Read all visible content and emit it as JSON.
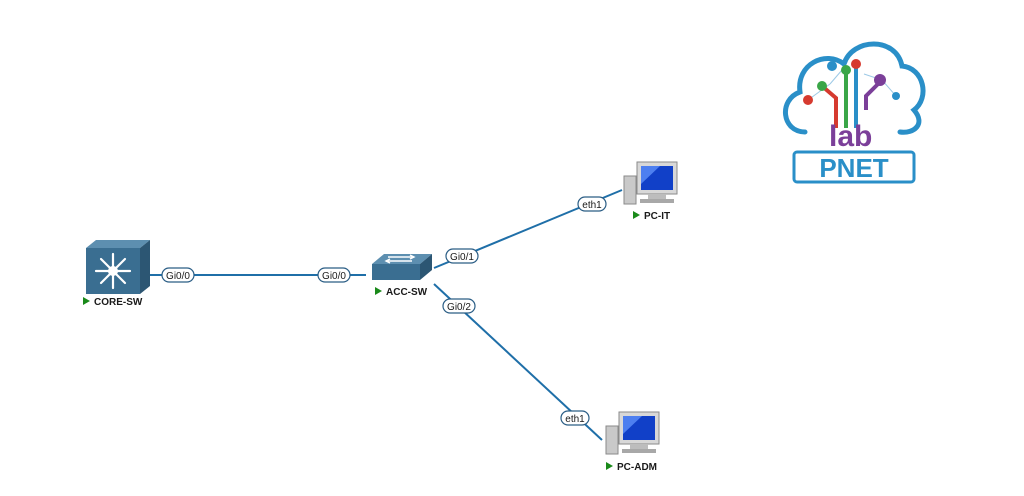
{
  "topology": {
    "nodes": [
      {
        "id": "core-sw",
        "label": "CORE-SW",
        "type": "l3-switch",
        "status": "running"
      },
      {
        "id": "acc-sw",
        "label": "ACC-SW",
        "type": "l2-switch",
        "status": "running"
      },
      {
        "id": "pc-it",
        "label": "PC-IT",
        "type": "pc",
        "status": "running"
      },
      {
        "id": "pc-adm",
        "label": "PC-ADM",
        "type": "pc",
        "status": "running"
      }
    ],
    "links": [
      {
        "from": "core-sw",
        "from_port": "Gi0/0",
        "to": "acc-sw",
        "to_port": "Gi0/0"
      },
      {
        "from": "acc-sw",
        "from_port": "Gi0/1",
        "to": "pc-it",
        "to_port": "eth1"
      },
      {
        "from": "acc-sw",
        "from_port": "Gi0/2",
        "to": "pc-adm",
        "to_port": "eth1"
      }
    ]
  },
  "logo": {
    "brand": "PNET",
    "sub": "lab"
  },
  "colors": {
    "link": "#1f6fa8",
    "device_blue": "#3a6e91",
    "status_green": "#1a8a1a",
    "port_border": "#2a5d85",
    "logo_blue": "#2a8fc8",
    "logo_purple": "#7b3f99",
    "logo_red": "#d63a2f",
    "logo_green": "#3aa648"
  }
}
